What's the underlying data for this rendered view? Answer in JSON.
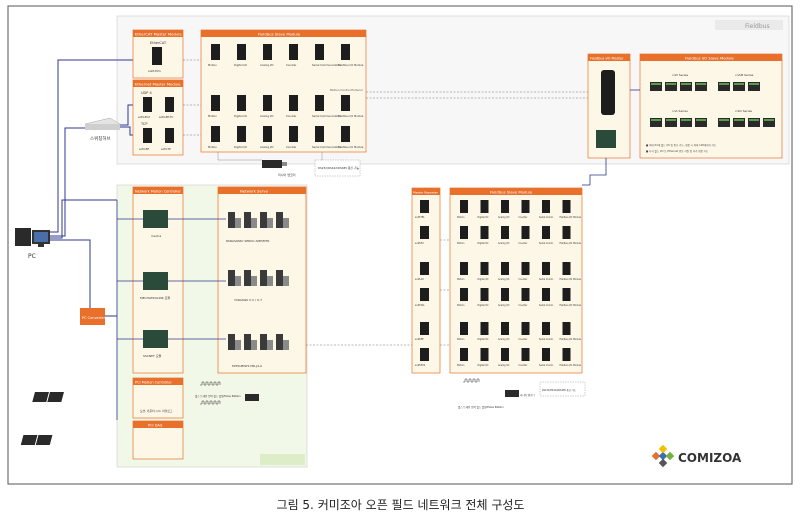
{
  "fieldbus_label": "Fieldbus",
  "caption": "그림 5. 커미조아 오픈 필드 네트워크 전체 구성도",
  "logo_text": "COMIZOA",
  "pc_label": "PC",
  "switch_label": "스위칭허브",
  "converter_label": "PC Converter",
  "ethercat_master": {
    "title": "EtherCAT Master Module",
    "sub": "EtherCAT",
    "card": "soM-EC1"
  },
  "ethernet_master": {
    "title": "Ethernet Master Module",
    "udp": "UDP 4",
    "tcp": "TCP",
    "cards": [
      "soM-EC2",
      "soM-EE-TC",
      "soM-EE",
      "soM-TP"
    ]
  },
  "fieldbus_slave": {
    "title": "Fieldbus Slave Module",
    "labels": [
      "Motion",
      "Digital I/O",
      "Analog I/O",
      "Counter",
      "Serial Communication",
      "Fieldbus I/O Module"
    ],
    "row2_note": "Motion Control Protocol",
    "encoder_label": "리니어 엔코더",
    "serial_label": "RS232/RS422/RS485\n통신 가능"
  },
  "fieldbus_io_master": {
    "title": "Fieldbus I/O Master"
  },
  "fieldbus_io_slave": {
    "title": "Fieldbus I/O Slave Module",
    "groups": [
      "cnD Series",
      "cnAM Series",
      "cnA Series",
      "cnIO Series"
    ],
    "notes": [
      "■ 최대 64개 필드 I/O 및 통신 가능, 확장 시 최대 128개까지 가능",
      "■ 타사 필드 I/O 등 Ethernet 연동 지원 및 추가 확장 가능"
    ]
  },
  "network_motion": {
    "title": "Network Motion Controller",
    "cards": [
      "mecha",
      "MECHATROLINK 모듈",
      "SSCNET 모듈"
    ]
  },
  "network_servo": {
    "title": "Network Servo",
    "groups": [
      "PANASONIC SERVO AMP/MTR",
      "YASKAWA Σ-V / Σ-7",
      "MITSUBISHI MR-J4-A"
    ]
  },
  "pci_motion": {
    "title": "PCI Motion Controller",
    "sub": "모션, 카운터, I/O, 아날로그",
    "pulse": "펄스 트레인 입력 펄스 발생/Pulse Pattern"
  },
  "pci_daq": {
    "title": "PCI DAQ"
  },
  "master_repeater": {
    "title": "Master Repeater",
    "cards": [
      "soM-TEL",
      "soM-EX",
      "soM-AX",
      "soM-TAL",
      "soM-EE",
      "soM-EX2"
    ]
  },
  "fieldbus_slave2": {
    "title": "Fieldbus Slave Module",
    "labels": [
      "Motion",
      "Digital I/O",
      "Analog I/O",
      "Counter",
      "Serial Comm.",
      "Fieldbus I/O Module"
    ],
    "pulse": "펄스 트레인 입력 펄스 발생/Pulse Pattern",
    "encoder": "리니어 엔코더",
    "serial": "RS232/RS422/RS485 통신 가능"
  },
  "colors": {
    "orange": "#e8702a",
    "panel": "#fdf7e7",
    "green_panel": "#f2f8e8",
    "line": "#2e3a8f"
  }
}
